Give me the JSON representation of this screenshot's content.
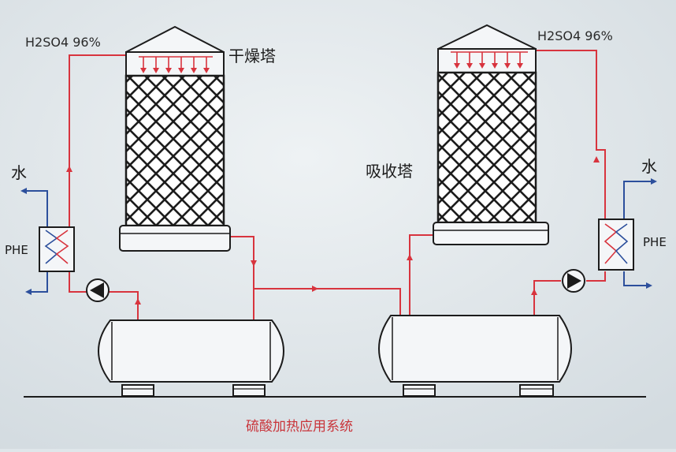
{
  "labels": {
    "acid_left": "H2SO4  96%",
    "acid_right": "H2SO4  96%",
    "drying_tower": "干燥塔",
    "absorption_tower": "吸收塔",
    "water_left": "水",
    "water_right": "水",
    "phe_left": "PHE",
    "phe_right": "PHE",
    "caption": "硫酸加热应用系统"
  },
  "colors": {
    "acid_line": "#d8343e",
    "water_line": "#2c4f9c",
    "equipment": "#1c1c1c",
    "background": "#dfe6ea",
    "caption": "#c9343a"
  }
}
